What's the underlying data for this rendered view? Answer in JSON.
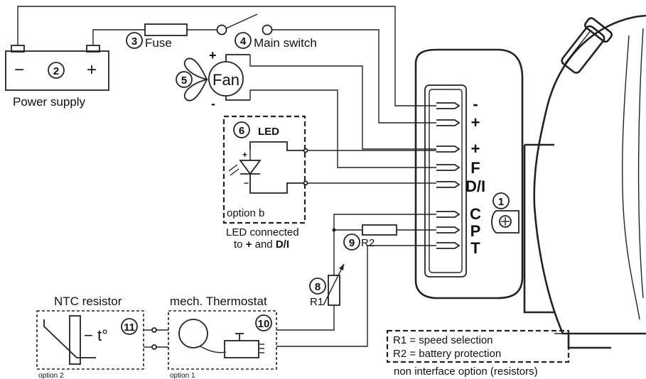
{
  "components": {
    "c1": {
      "num": "1"
    },
    "c2": {
      "num": "2",
      "minus": "−",
      "plus": "+",
      "label": "Power supply"
    },
    "c3": {
      "num": "3",
      "label": "Fuse"
    },
    "c4": {
      "num": "4",
      "label": "Main switch"
    },
    "c5": {
      "num": "5",
      "label": "Fan",
      "plus": "+",
      "minus": "-"
    },
    "c6": {
      "num": "6",
      "label": "LED",
      "plus": "+",
      "minus": "−",
      "option": "option b",
      "note1": "LED connected",
      "note2_pre": "to ",
      "note2_plus": "+",
      "note2_mid": " and ",
      "note2_di": "D/I"
    },
    "c8": {
      "num": "8",
      "label": "R1"
    },
    "c9": {
      "num": "9",
      "label": "R2"
    },
    "c10": {
      "num": "10",
      "label": "mech. Thermostat",
      "option": "option 1"
    },
    "c11": {
      "num": "11",
      "label": "NTC resistor",
      "temp": "− t°",
      "option": "option 2"
    }
  },
  "terminals": [
    "-",
    "+",
    "+",
    "F",
    "D/I",
    "C",
    "P",
    "T"
  ],
  "legend": {
    "line1": "R1 = speed selection",
    "line2": "R2 = battery protection",
    "caption": "non interface option (resistors)"
  }
}
